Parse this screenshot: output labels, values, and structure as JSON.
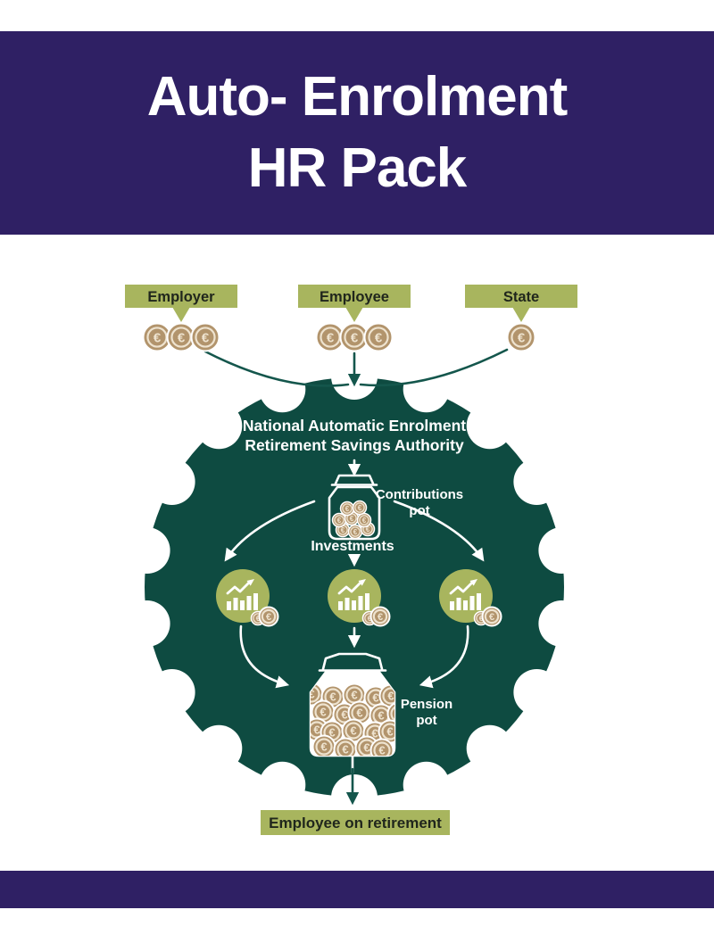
{
  "header": {
    "title_line1": "Auto- Enrolment",
    "title_line2": "HR Pack"
  },
  "diagram": {
    "sources": [
      {
        "label": "Employer",
        "coins": 3
      },
      {
        "label": "Employee",
        "coins": 3
      },
      {
        "label": "State",
        "coins": 1
      }
    ],
    "authority": {
      "line1": "National Automatic Enrolment",
      "line2": "Retirement Savings Authority"
    },
    "contributions_pot": {
      "line1": "Contributions",
      "line2": "pot"
    },
    "investments_label": "Investments",
    "pension_pot": {
      "line1": "Pension",
      "line2": "pot"
    },
    "outcome_label": "Employee on retirement",
    "euro_symbol": "€",
    "icons": {
      "gear": "cog-circle",
      "euro_coin": "€",
      "savings_jar": "jar-outline-with-coins",
      "pension_jar": "jar-filled-with-coins",
      "growth_chart": "bar-chart-with-rising-arrow"
    }
  },
  "colors": {
    "band_purple": "#2f2064",
    "gear_teal": "#0e4b41",
    "arrow_teal": "#14564c",
    "olive_green": "#a8b55e",
    "coin_tan": "#b2946c",
    "coin_cream": "#eee3cf",
    "label_text_dark": "#20261c",
    "outcome_text": "#1d3a2f",
    "white": "#ffffff"
  }
}
